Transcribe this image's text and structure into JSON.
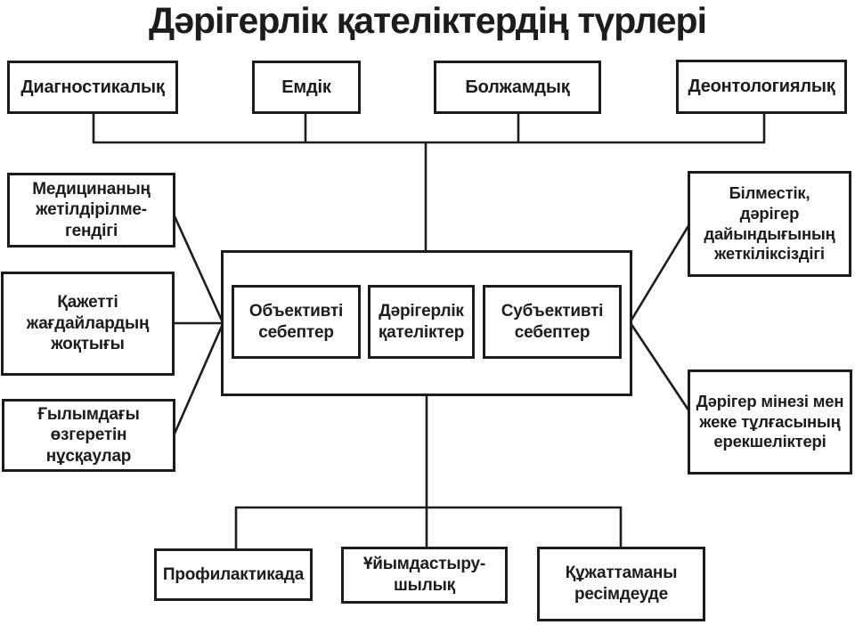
{
  "title": "Дәрігерлік қателіктердің түрлері",
  "colors": {
    "ink": "#1c1c1c",
    "background": "#ffffff"
  },
  "top_row": {
    "diagnostic": "Диагностикалық",
    "treatment": "Емдік",
    "prognostic": "Болжамдық",
    "deontological": "Деонтологиялық"
  },
  "left_column": {
    "medicine_imperfection": "Медицинаның\nжетілдірілме-\nгендігі",
    "lack_of_conditions": "Қажетті\nжағдайлардың\nжоқтығы",
    "changing_guidelines": "Ғылымдағы\nөзгеретін\nнұсқаулар"
  },
  "center": {
    "objective_causes": "Объективті\nсебептер",
    "medical_errors": "Дәрігерлік\nқателіктер",
    "subjective_causes": "Субъективті\nсебептер"
  },
  "right_column": {
    "ignorance": "Білместік,\nдәрігер\nдайындығының\nжеткіліксіздігі",
    "doctor_personality": "Дәрігер мінезі мен\nжеке тұлғасының\nерекшеліктері"
  },
  "bottom_row": {
    "prevention": "Профилактикада",
    "organizational": "Ұйымдастыру-\nшылық",
    "documentation": "Құжаттаманы\nресімдеуде"
  }
}
